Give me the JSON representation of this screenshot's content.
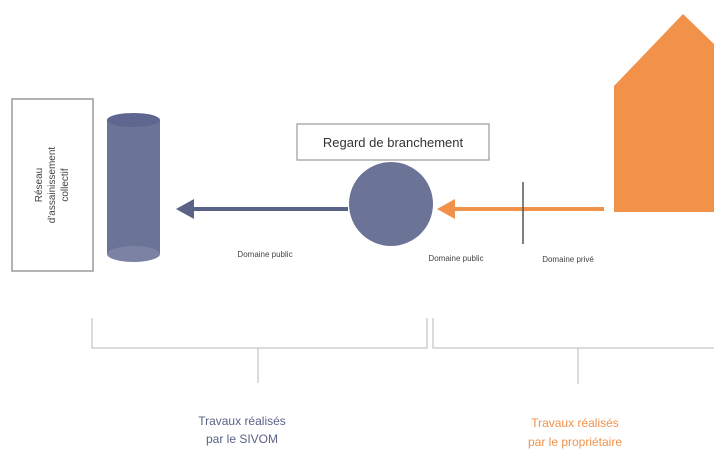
{
  "diagram": {
    "network_box": {
      "line1": "Réseau",
      "line2": "d'assainissement",
      "line3": "collectif"
    },
    "regard_label": "Regard de branchement",
    "domain_labels": {
      "public_left": "Domaine public",
      "public_right": "Domaine public",
      "private": "Domaine privé"
    },
    "sivom_caption": {
      "line1": "Travaux réalisés",
      "line2": "par le SIVOM"
    },
    "owner_caption": {
      "line1": "Travaux réalisés",
      "line2": "par le propriétaire"
    },
    "colors": {
      "slate": "#6b7396",
      "slate_dark": "#5a6286",
      "orange": "#f2914a",
      "bracket": "#cfcfcf",
      "box_border": "#9a9a9a",
      "label_text": "#444444"
    }
  }
}
